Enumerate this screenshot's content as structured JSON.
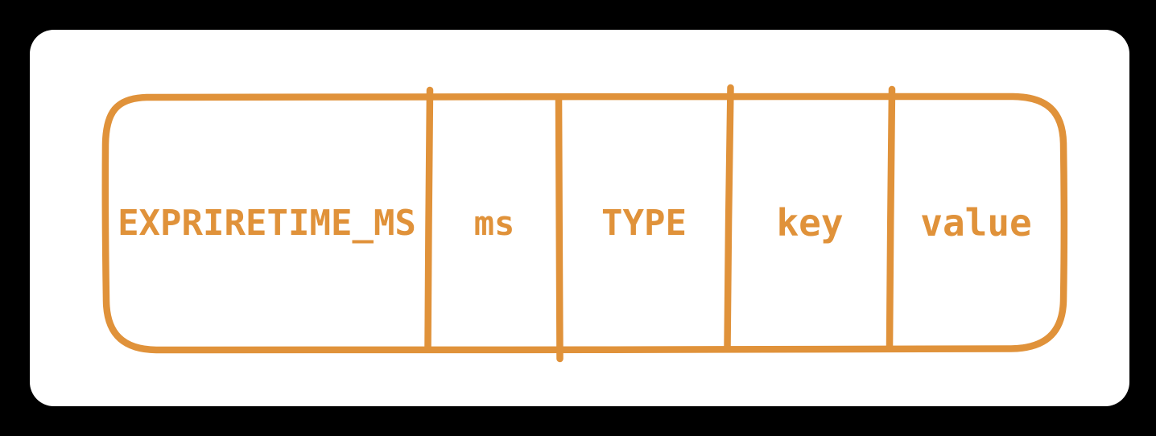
{
  "canvas": {
    "background_color": "#000000",
    "card_background_color": "#ffffff"
  },
  "diagram": {
    "type": "table-row-structure",
    "stroke_color": "#e0923a",
    "cells": [
      {
        "label": "EXPRIRETIME_MS"
      },
      {
        "label": "ms"
      },
      {
        "label": "TYPE"
      },
      {
        "label": "key"
      },
      {
        "label": "value"
      }
    ]
  }
}
